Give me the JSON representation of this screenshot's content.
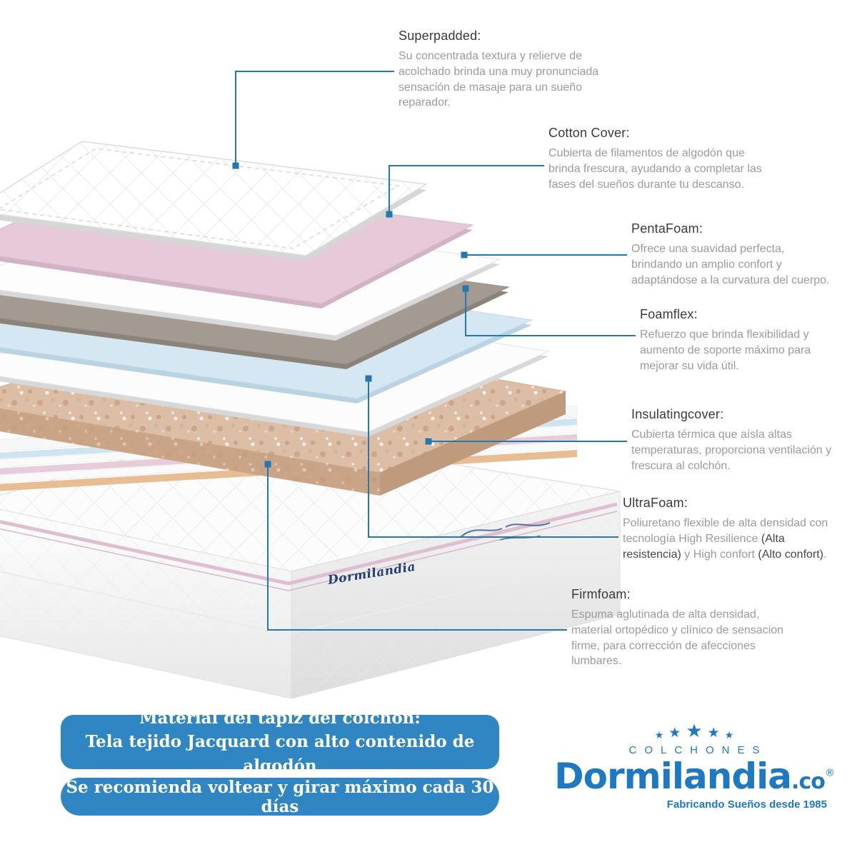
{
  "colors": {
    "banner_blue": "#2F86C3",
    "leader_blue": "#2478AD",
    "brand_blue": "#1D79C2"
  },
  "callouts": [
    {
      "id": "superpadded",
      "title": "Superpadded:",
      "description": "Su concentrada textura y relierve de acolchado brinda una muy pronunciada sensación de masaje para un sueño reparador."
    },
    {
      "id": "cotton-cover",
      "title": "Cotton Cover:",
      "description": "Cubierta de filamentos de algodón que brinda frescura, ayudando a completar las fases del sueños durante tu descanso."
    },
    {
      "id": "pentafoam",
      "title": "PentaFoam:",
      "description": "Ofrece una suavidad perfecta, brindando un amplio confort y adaptándose a la curvatura del cuerpo."
    },
    {
      "id": "foamflex",
      "title": "Foamflex:",
      "description": "Refuerzo que brinda flexibilidad y aumento de soporte máximo para mejorar su vida útil."
    },
    {
      "id": "insulatingcover",
      "title": "Insulatingcover:",
      "description": "Cubierta térmica que aísla altas temperaturas, proporciona ventilación y frescura al colchón."
    },
    {
      "id": "ultrafoam",
      "title": "UltraFoam:",
      "parts": [
        {
          "text": "Poliuretano flexible de alta densidad con tecnología High Resilience ",
          "muted": true
        },
        {
          "text": "(Alta resistencia)",
          "muted": false
        },
        {
          "text": " y High confort ",
          "muted": true
        },
        {
          "text": "(Alto confort)",
          "muted": false
        },
        {
          "text": ".",
          "muted": true
        }
      ]
    },
    {
      "id": "firmfoam",
      "title": "Firmfoam:",
      "description": "Espuma aglutinada de alta densidad, material ortopédico y clínico de sensacion firme, para corrección de afecciones lumbares."
    }
  ],
  "banners": [
    {
      "lines": [
        "Material del tapiz del colchón:",
        "Tela tejido Jacquard con alto contenido de algodón"
      ]
    },
    {
      "lines": [
        "Se recomienda voltear y girar máximo cada 30 días"
      ]
    }
  ],
  "brand": {
    "colchones": "COLCHONES",
    "name": "Dormilandia",
    "suffix": ".co",
    "registered": "®",
    "tagline": "Fabricando Sueños desde 1985",
    "star_glyph": "★"
  },
  "mattress": {
    "side_logo": "Dormilandia",
    "layers": [
      {
        "name": "Superpadded",
        "color": "#FFFFFF"
      },
      {
        "name": "Cotton Cover",
        "color": "#E6CADA"
      },
      {
        "name": "PentaFoam",
        "color": "#FDFDFD"
      },
      {
        "name": "Foamflex",
        "color": "#A39B92"
      },
      {
        "name": "UltraFoam",
        "color": "#D4E7F3"
      },
      {
        "name": "Insulatingcover",
        "color": "#DCBDA6"
      },
      {
        "name": "Firmfoam",
        "color": "#FCFCFC"
      }
    ]
  }
}
